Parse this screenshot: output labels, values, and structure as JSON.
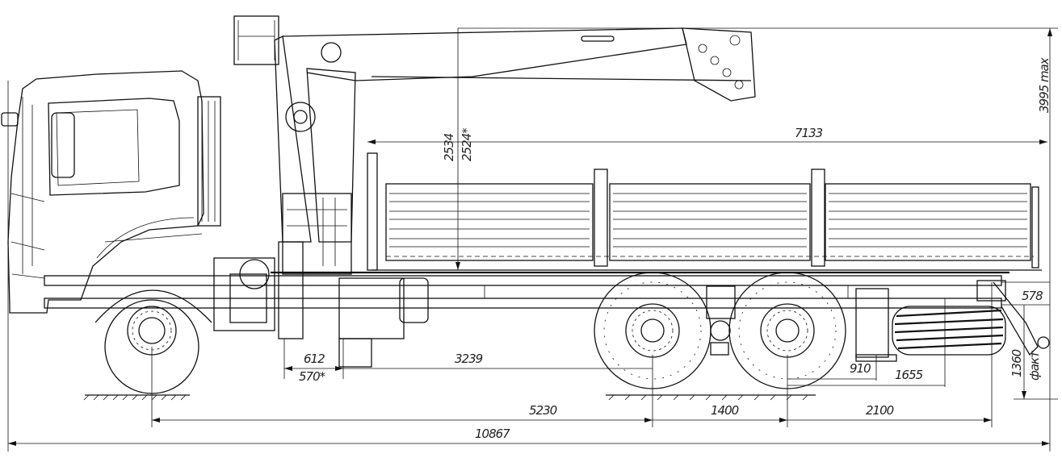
{
  "drawing": {
    "title": "Truck with loader crane and flatbed, side view",
    "dimensions": {
      "overall_length": "10867",
      "front_axle_to_rear_bogie": "5230",
      "bogie_spacing": "1400",
      "rear_overhang": "2100",
      "crane_to_rear_axle": "3239",
      "crane_offset": "612",
      "crane_offset_alt": "570*",
      "body_length": "7133",
      "crane_height": "2534",
      "crane_height_alt": "2524*",
      "max_height": "3995 max",
      "tank_offset_1": "910",
      "tank_offset_2": "1655",
      "hitch_height_above_frame": "578",
      "hitch_height": "1360",
      "hitch_note": "факт"
    }
  }
}
